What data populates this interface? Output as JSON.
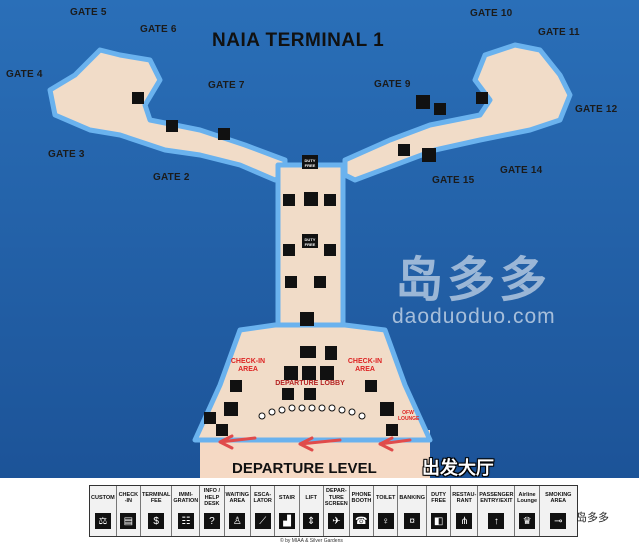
{
  "map": {
    "title": "NAIA TERMINAL 1",
    "level_label": "DEPARTURE LEVEL",
    "level_label_cn": "出发大厅",
    "gates": [
      "GATE 5",
      "GATE 6",
      "GATE 4",
      "GATE 7",
      "GATE 3",
      "GATE 2",
      "GATE 10",
      "GATE 11",
      "GATE 9",
      "GATE 12",
      "GATE 15",
      "GATE 14"
    ],
    "areas": {
      "checkin_left": "CHECK-IN AREA",
      "checkin_right": "CHECK-IN AREA",
      "departure_lobby": "DEPARTURE LOBBY",
      "ofw_lounge": "OFW LOUNGE",
      "duty_free_top": "DUTY FREE",
      "duty_free_mid": "DUTY FREE"
    },
    "watermark_cn": "岛多多",
    "watermark_url": "daoduoduo.com",
    "brand_cn": "岛多多",
    "credit": "© by MIAA & Silver Gardens",
    "colors": {
      "background": "#1f5fa8",
      "building": "#f1dcc8",
      "outline": "#5fa8e6",
      "arrow": "#e04b4b"
    }
  },
  "legend": [
    {
      "label": "CUSTOM",
      "icon": "customs-icon"
    },
    {
      "label": "CHECK -IN",
      "icon": "checkin-icon"
    },
    {
      "label": "TERMINAL FEE",
      "icon": "terminal-fee-icon"
    },
    {
      "label": "IMMI- GRATION",
      "icon": "immigration-icon"
    },
    {
      "label": "INFO / HELP DESK",
      "icon": "info-icon"
    },
    {
      "label": "WAITING AREA",
      "icon": "waiting-icon"
    },
    {
      "label": "ESCA- LATOR",
      "icon": "escalator-icon"
    },
    {
      "label": "STAIR",
      "icon": "stair-icon"
    },
    {
      "label": "LIFT",
      "icon": "lift-icon"
    },
    {
      "label": "DEPAR- TURE SCREEN",
      "icon": "departure-icon"
    },
    {
      "label": "PHONE BOOTH",
      "icon": "phone-icon"
    },
    {
      "label": "TOILET",
      "icon": "toilet-icon"
    },
    {
      "label": "BANKING",
      "icon": "banking-icon"
    },
    {
      "label": "DUTY FREE",
      "icon": "duty-free-icon"
    },
    {
      "label": "RESTAU- RANT",
      "icon": "restaurant-icon"
    },
    {
      "label": "PASSENGER ENTRY/EXIT",
      "icon": "entry-exit-icon"
    },
    {
      "label": "Airline Lounge",
      "icon": "lounge-icon"
    },
    {
      "label": "SMOKING AREA",
      "icon": "smoking-icon"
    }
  ]
}
